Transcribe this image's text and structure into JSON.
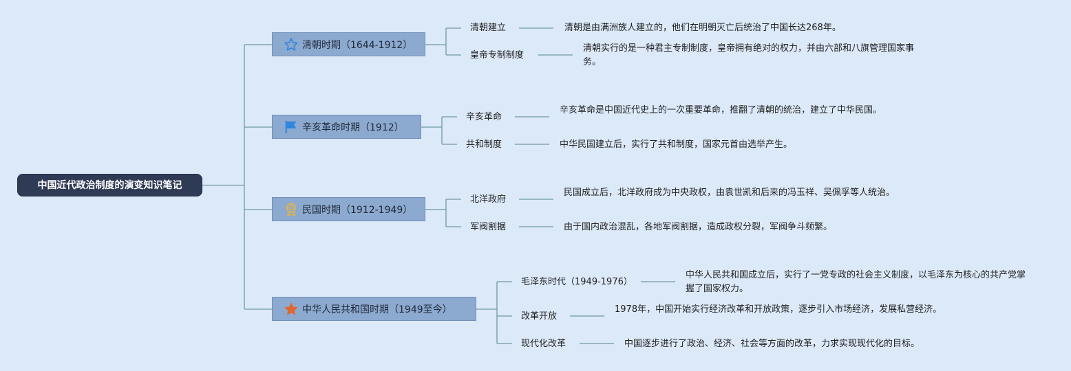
{
  "root": {
    "title": "中国近代政治制度的演变知识笔记"
  },
  "periods": [
    {
      "label": "清朝时期（1644-1912）",
      "icon": "star-outline-icon",
      "topics": [
        {
          "label": "清朝建立",
          "detail": "清朝是由满洲族人建立的，他们在明朝灭亡后统治了中国长达268年。"
        },
        {
          "label": "皇帝专制制度",
          "detail": "清朝实行的是一种君主专制制度，皇帝拥有绝对的权力，并由六部和八旗管理国家事务。"
        }
      ]
    },
    {
      "label": "辛亥革命时期（1912）",
      "icon": "flag-icon",
      "topics": [
        {
          "label": "辛亥革命",
          "detail": "辛亥革命是中国近代史上的一次重要革命，推翻了清朝的统治，建立了中华民国。"
        },
        {
          "label": "共和制度",
          "detail": "中华民国建立后，实行了共和制度，国家元首由选举产生。"
        }
      ]
    },
    {
      "label": "民国时期（1912-1949）",
      "icon": "medal-icon",
      "topics": [
        {
          "label": "北洋政府",
          "detail": "民国成立后，北洋政府成为中央政权，由袁世凯和后来的冯玉祥、吴佩孚等人统治。"
        },
        {
          "label": "军阀割据",
          "detail": "由于国内政治混乱，各地军阀割据，造成政权分裂，军阀争斗频繁。"
        }
      ]
    },
    {
      "label": "中华人民共和国时期（1949至今）",
      "icon": "star-filled-icon",
      "topics": [
        {
          "label": "毛泽东时代（1949-1976）",
          "detail": "中华人民共和国成立后，实行了一党专政的社会主义制度，以毛泽东为核心的共产党掌握了国家权力。"
        },
        {
          "label": "改革开放",
          "detail": "1978年，中国开始实行经济改革和开放政策，逐步引入市场经济，发展私营经济。"
        },
        {
          "label": "现代化改革",
          "detail": "中国逐步进行了政治、经济、社会等方面的改革，力求实现现代化的目标。"
        }
      ]
    }
  ],
  "colors": {
    "background": "#dce9f9",
    "root": "#2f3a55",
    "period": "#8ca9cf",
    "connector": "#6e9c9a",
    "star_outline": "#2e86de",
    "flag": "#2e86de",
    "medal": "#e0b64a",
    "star_filled": "#e0672d"
  }
}
